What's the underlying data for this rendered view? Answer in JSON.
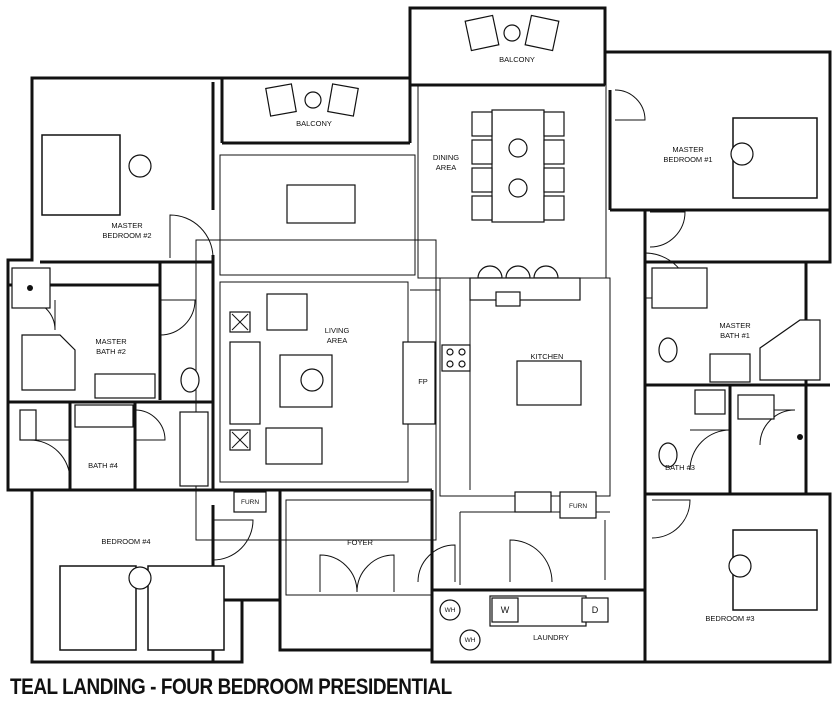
{
  "title": "TEAL LANDING - FOUR BEDROOM PRESIDENTIAL",
  "rooms": {
    "balcony_top": "BALCONY",
    "balcony_left": "BALCONY",
    "dining_line1": "DINING",
    "dining_line2": "AREA",
    "master_bedroom_1_line1": "MASTER",
    "master_bedroom_1_line2": "BEDROOM #1",
    "master_bedroom_2_line1": "MASTER",
    "master_bedroom_2_line2": "BEDROOM #2",
    "master_bath_2_line1": "MASTER",
    "master_bath_2_line2": "BATH #2",
    "living_line1": "LIVING",
    "living_line2": "AREA",
    "fireplace": "FP",
    "kitchen": "KITCHEN",
    "master_bath_1_line1": "MASTER",
    "master_bath_1_line2": "BATH #1",
    "bath_4": "BATH #4",
    "bath_3": "BATH #3",
    "bedroom_4": "BEDROOM #4",
    "bedroom_3": "BEDROOM #3",
    "foyer": "FOYER",
    "laundry": "LAUNDRY",
    "furnace_left": "FURN",
    "furnace_right": "FURN",
    "washer": "W",
    "dryer": "D",
    "water_heater_1": "WH",
    "water_heater_2": "WH"
  }
}
